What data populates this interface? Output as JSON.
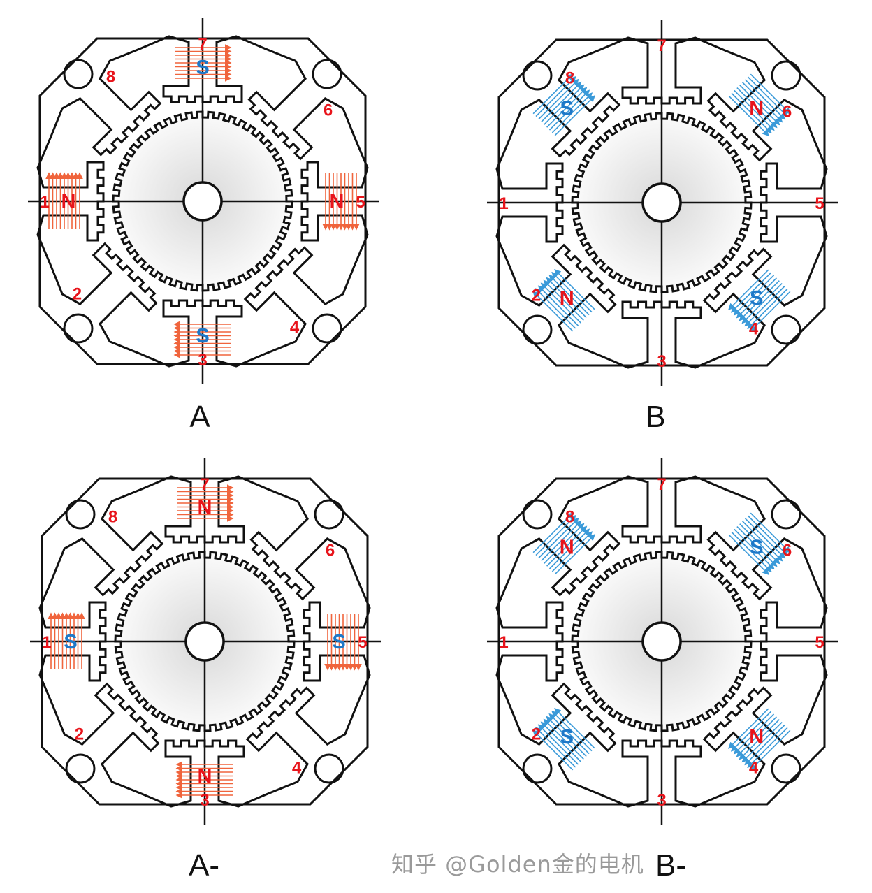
{
  "colors": {
    "north": "#e8141b",
    "south": "#1e78c8",
    "phase_a_hatch": "#f0643c",
    "phase_b_hatch": "#3a9ad9",
    "outline": "#111111"
  },
  "pole_numbers": [
    "1",
    "2",
    "3",
    "4",
    "5",
    "6",
    "7",
    "8"
  ],
  "panels": [
    {
      "caption": "A",
      "hatch": "phase_a_hatch",
      "energized": [
        {
          "pole": 1,
          "polarity": "N"
        },
        {
          "pole": 5,
          "polarity": "N"
        },
        {
          "pole": 3,
          "polarity": "S"
        },
        {
          "pole": 7,
          "polarity": "S"
        }
      ]
    },
    {
      "caption": "B",
      "hatch": "phase_b_hatch",
      "energized": [
        {
          "pole": 8,
          "polarity": "S"
        },
        {
          "pole": 6,
          "polarity": "N"
        },
        {
          "pole": 2,
          "polarity": "N"
        },
        {
          "pole": 4,
          "polarity": "S"
        }
      ]
    },
    {
      "caption": "A-",
      "hatch": "phase_a_hatch",
      "energized": [
        {
          "pole": 7,
          "polarity": "N"
        },
        {
          "pole": 3,
          "polarity": "N"
        },
        {
          "pole": 1,
          "polarity": "S"
        },
        {
          "pole": 5,
          "polarity": "S"
        }
      ]
    },
    {
      "caption": "B-",
      "hatch": "phase_b_hatch",
      "energized": [
        {
          "pole": 8,
          "polarity": "N"
        },
        {
          "pole": 6,
          "polarity": "S"
        },
        {
          "pole": 2,
          "polarity": "S"
        },
        {
          "pole": 4,
          "polarity": "N"
        }
      ]
    }
  ],
  "watermark": "知乎 @Golden金的电机"
}
